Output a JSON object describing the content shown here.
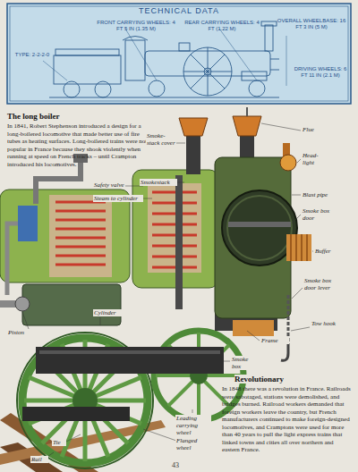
{
  "diagram": {
    "title": "TECHNICAL DATA",
    "nodes": [
      {
        "text": [
          "FRONT CARRYING WHEELS: 4 FT 5 IN (1.35 M)",
          "REAR CARRYING WHEELS: 4 FT (1.22 M)",
          "OVERALL WHEELBASE: 16 FT 3 IN (5 M)",
          "TYPE: 2-2-2-0",
          "DRIVING WHEELS: 6 FT 11 IN (2.1 M)"
        ]
      }
    ],
    "labels": [
      "The long boiler",
      "In 1841, Robert Stephenson introduced a design for a long-boilered locomotive that made better use of fire tubes as heating surfaces. Long-boilered trains were not popular in France because they shook violently when running at speed on French tracks – until Crampton introduced his locomotives.",
      "Smoke-stack cover",
      "Safety valve",
      "Steam to cylinder",
      "Smokestack",
      "Flue",
      "Head-light",
      "Blast pipe",
      "Smoke box door",
      "Buffer",
      "Smoke box door lever",
      "Tow hook",
      "Frame",
      "Smoke box",
      "Cylinder",
      "Piston",
      "Leading carrying wheel",
      "Flanged wheel",
      "Tie",
      "Rail",
      "Revolutionary",
      "In 1848 there was a revolution in France. Railroads were sabotaged, stations were demolished, and bridges burned. Railroad workers demanded that foreign workers leave the country, but French manufacturers continued to make foreign-designed locomotives, and Cramptons were used for more than 40 years to pull the light express trains that linked towns and cities all over northern and eastern France.",
      "43"
    ]
  }
}
